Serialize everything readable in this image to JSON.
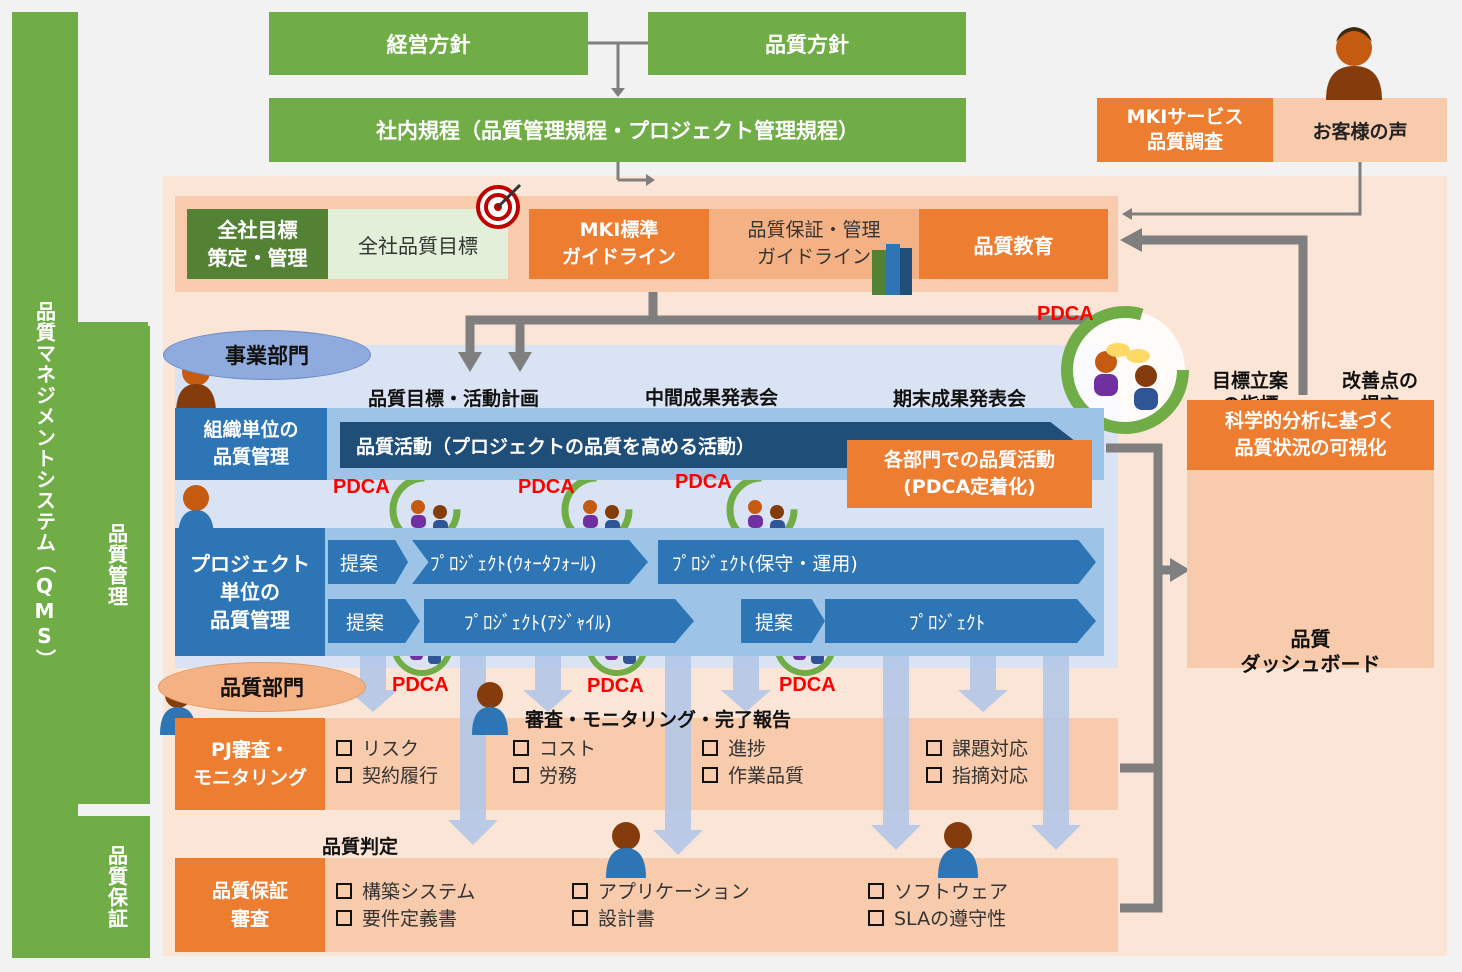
{
  "qms_label": "品質マネジメントシステム（QMS）",
  "quality_mgmt_label": "品質管理",
  "quality_assurance_label": "品質保証",
  "top": {
    "management_policy": "経営方針",
    "quality_policy": "品質方針",
    "internal_rules": "社内規程（品質管理規程・プロジェクト管理規程）"
  },
  "customer": {
    "survey": "MKIサービス\n品質調査",
    "voice": "お客様の声"
  },
  "guidelines_row": {
    "company_goal_mgmt": "全社目標\n策定・管理",
    "company_quality_goal": "全社品質目標",
    "mki_standard": "MKI標準\nガイドライン",
    "qa_guideline": "品質保証・管理\nガイドライン",
    "quality_education": "品質教育"
  },
  "business_dept": "事業部門",
  "timeline": {
    "plan": "品質目標・活動計画",
    "interim": "中間成果発表会",
    "final": "期末成果発表会"
  },
  "org_unit": "組織単位の\n品質管理",
  "quality_activity": "品質活動（プロジェクトの品質を高める活動）",
  "dept_activity": "各部門での品質活動\n(PDCA定着化)",
  "pdca": "PDCA",
  "project_unit": "プロジェクト\n単位の\n品質管理",
  "project_rows": {
    "row1": [
      "提案",
      "ﾌﾟﾛｼﾞｪｸﾄ(ｳｫｰﾀﾌｫｰﾙ)",
      "ﾌﾟﾛｼﾞｪｸﾄ(保守・運用)"
    ],
    "row2": [
      "提案",
      "ﾌﾟﾛｼﾞｪｸﾄ(ｱｼﾞｬｲﾙ)",
      "提案",
      "ﾌﾟﾛｼﾞｪｸﾄ"
    ]
  },
  "right_panel": {
    "goal_indicator": "目標立案\nの指標",
    "improvement": "改善点の\n提言",
    "visualization": "科学的分析に基づく\n品質状況の可視化",
    "dashboard": "品質\nダッシュボード"
  },
  "quality_dept": "品質部門",
  "review": {
    "title": "審査・モニタリング・完了報告",
    "label": "PJ審査・\nモニタリング",
    "items": [
      "リスク",
      "契約履行",
      "コスト",
      "労務",
      "進捗",
      "作業品質",
      "課題対応",
      "指摘対応"
    ]
  },
  "judgement": {
    "title": "品質判定",
    "label": "品質保証\n審査",
    "items": [
      "構築システム",
      "要件定義書",
      "アプリケーション",
      "設計書",
      "ソフトウェア",
      "SLAの遵守性"
    ]
  },
  "colors": {
    "green": "#70ad47",
    "orange": "#ed7d31",
    "blue": "#2e75b6",
    "navy": "#1f4e79",
    "peach": "#fbe5d6",
    "pdca_red": "#ff0000"
  },
  "icons": [
    "person-icon",
    "target-icon",
    "binder-icon",
    "pdca-cycle-icon",
    "dashboard-icon"
  ]
}
